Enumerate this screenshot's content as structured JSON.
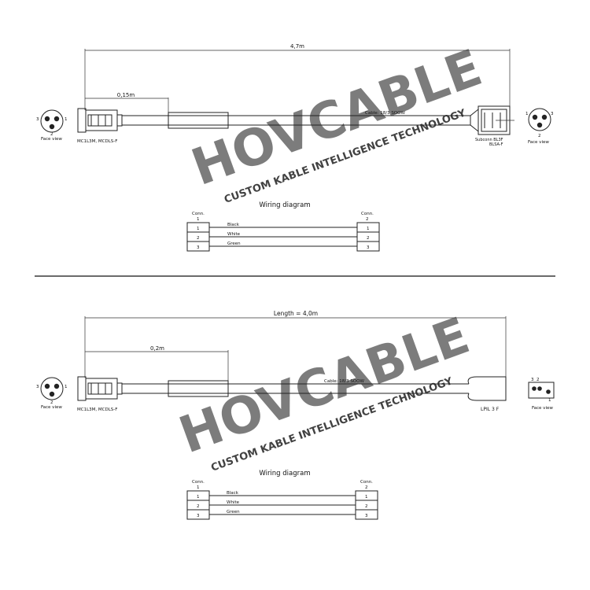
{
  "watermark": {
    "brand": "HOVCABLE",
    "tagline": "CUSTOM KABLE INTELLIGENCE TECHNOLOGY",
    "color": "#f3e84a",
    "tagline_color": "#c8dcf0"
  },
  "top_drawing": {
    "total_length": "4,7m",
    "segment_length": "0,15m",
    "cable_label": "Cable: 18/3 SOOW",
    "left_connector": "MC1L3M, MCDLS-F",
    "right_connector_line1": "Subconn BL3F",
    "right_connector_line2": "BLSA-F",
    "left_face_view": "Face view",
    "right_face_view": "Face view",
    "left_pins": [
      "3",
      "1",
      "2"
    ],
    "right_pins": [
      "1",
      "3",
      "2"
    ]
  },
  "top_wiring": {
    "title": "Wiring diagram",
    "conn_left_label": "Conn.",
    "conn_left_num": "1",
    "conn_right_label": "Conn.",
    "conn_right_num": "2",
    "rows": [
      {
        "left": "1",
        "wire": "Black",
        "right": "1"
      },
      {
        "left": "2",
        "wire": "White",
        "right": "2"
      },
      {
        "left": "3",
        "wire": "Green",
        "right": "3"
      }
    ]
  },
  "bottom_drawing": {
    "total_length": "Length = 4,0m",
    "segment_length": "0,2m",
    "cable_label": "Cable: 18/3 SOOW",
    "left_connector": "MC1L3M, MCDLS-F",
    "right_connector": "LPIL 3 F",
    "left_face_view": "Face view",
    "right_face_view": "Face view",
    "left_pins": [
      "3",
      "1",
      "2"
    ],
    "right_pins": [
      "3",
      "2",
      "1"
    ]
  },
  "bottom_wiring": {
    "title": "Wiring diagram",
    "conn_left_label": "Conn.",
    "conn_left_num": "1",
    "conn_right_label": "Conn.",
    "conn_right_num": "2",
    "rows": [
      {
        "left": "1",
        "wire": "Black",
        "right": "1"
      },
      {
        "left": "2",
        "wire": "White",
        "right": "2"
      },
      {
        "left": "3",
        "wire": "Green",
        "right": "3"
      }
    ]
  }
}
